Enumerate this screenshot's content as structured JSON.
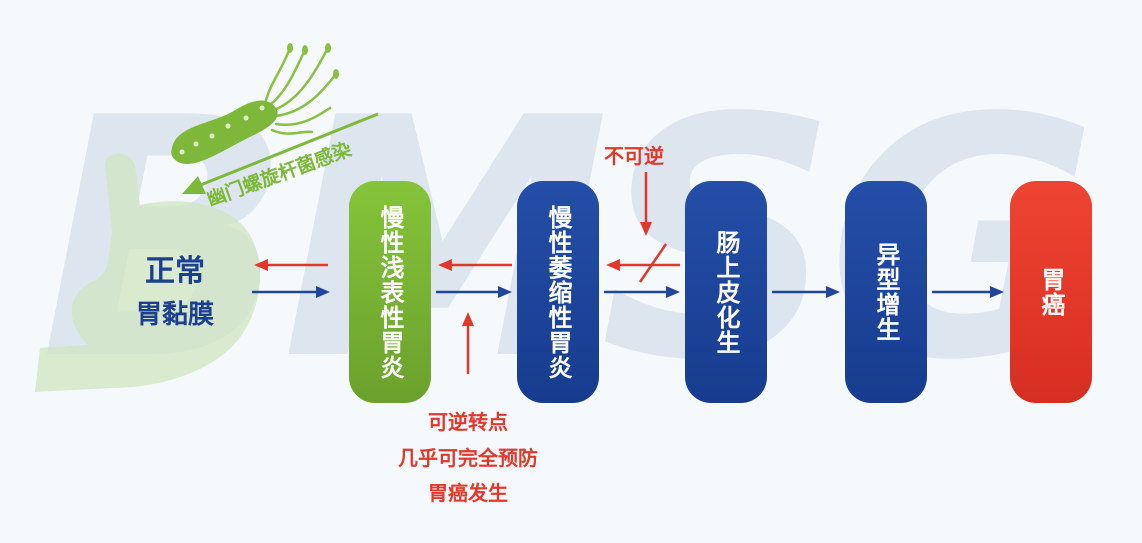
{
  "watermark": "BMSG",
  "infection_label": "幽门螺旋杆菌感染",
  "normal": {
    "line1": "正常",
    "line2": "胃黏膜"
  },
  "stages": [
    {
      "label": "慢性浅表性胃炎",
      "color": "#78b331"
    },
    {
      "label": "慢性萎缩性胃炎",
      "color": "#1f4699"
    },
    {
      "label": "肠上皮化生",
      "color": "#1f4699"
    },
    {
      "label": "异型增生",
      "color": "#1f4699"
    },
    {
      "label": "胃癌",
      "color": "#e2382b"
    }
  ],
  "irreversible_label": "不可逆",
  "reversible_point_label": "可逆转点",
  "prevention_line1": "几乎可完全预防",
  "prevention_line2": "胃癌发生",
  "colors": {
    "forward_arrow": "#1f4699",
    "reverse_arrow": "#e2382b",
    "accent_green": "#7db83a"
  }
}
